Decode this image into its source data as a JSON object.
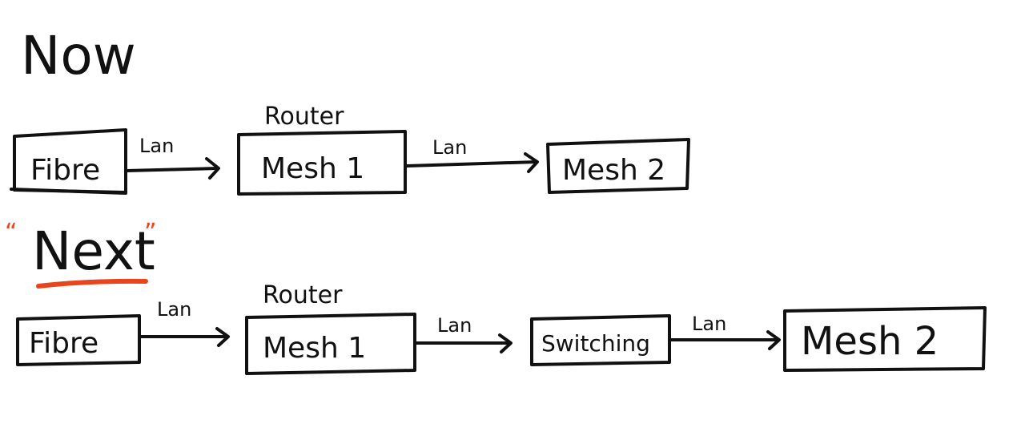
{
  "sections": {
    "now": {
      "title": "Now",
      "router_label": "Router",
      "nodes": [
        "Fibre",
        "Mesh 1",
        "Mesh 2"
      ],
      "links": [
        "Lan",
        "Lan"
      ]
    },
    "next": {
      "title": "Next",
      "open_quote": "“",
      "close_quote": "”",
      "router_label": "Router",
      "nodes": [
        "Fibre",
        "Mesh 1",
        "Switching",
        "Mesh 2"
      ],
      "links": [
        "Lan",
        "Lan",
        "Lan"
      ]
    }
  },
  "colors": {
    "ink": "#111111",
    "accent": "#e8441e"
  }
}
